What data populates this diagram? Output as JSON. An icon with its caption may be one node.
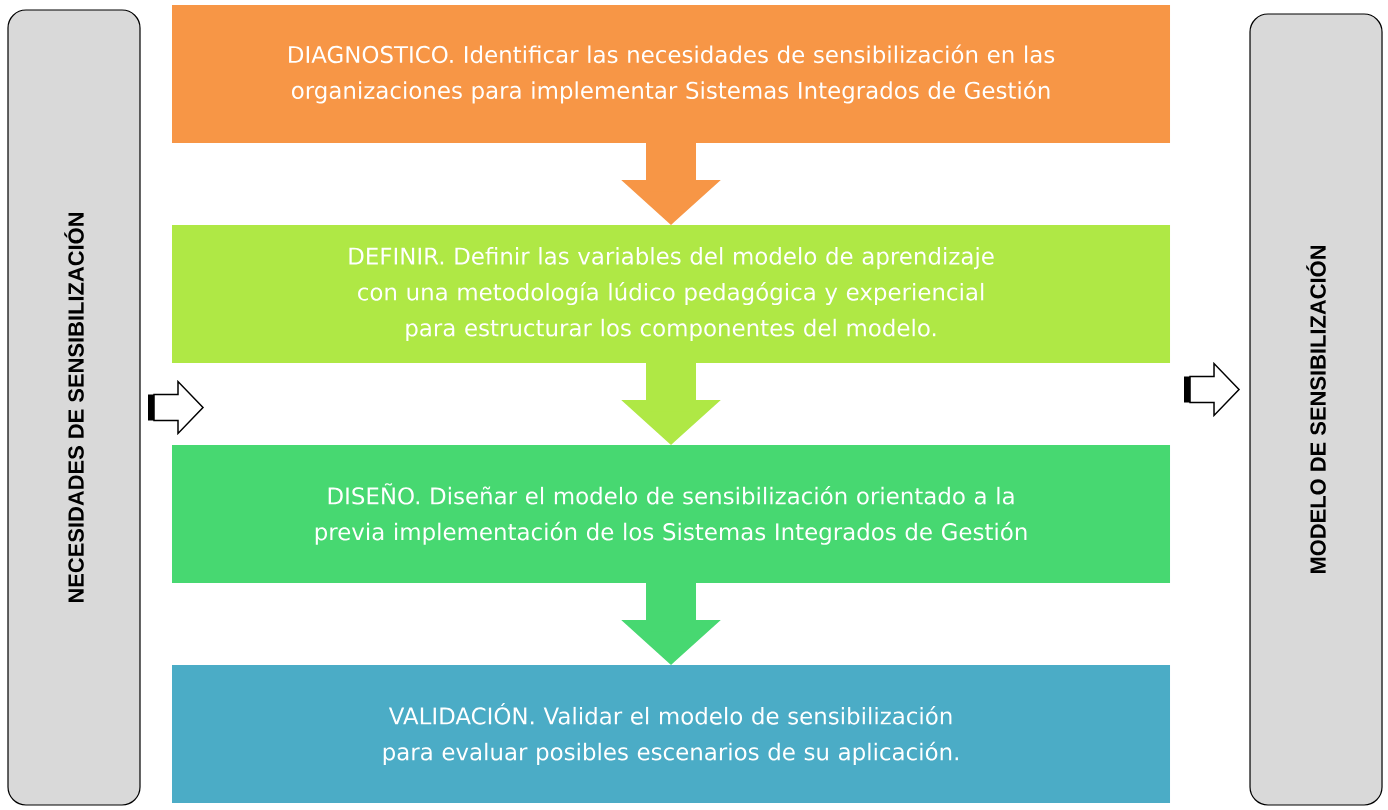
{
  "diagram": {
    "nodes": [
      {
        "text": [
          "NECESIDADES DE SENSIBILIZACIÓN"
        ]
      },
      {
        "text": [
          "DIAGNOSTICO. Identificar las necesidades de sensibilización en las organizaciones para implementar Sistemas Integrados de Gestión"
        ]
      },
      {
        "text": [
          "DEFINIR. Definir las variables del modelo de aprendizaje con una metodología lúdico pedagógica y experiencial para estructurar los componentes del modelo."
        ]
      },
      {
        "text": [
          "DISEÑO. Diseñar el modelo de sensibilización orientado a la previa implementación de los Sistemas Integrados de Gestión"
        ]
      },
      {
        "text": [
          "VALIDACIÓN. Validar el modelo de sensibilización para evaluar posibles escenarios de su aplicación."
        ]
      },
      {
        "text": [
          "MODELO DE SENSIBILIZACIÓN"
        ]
      }
    ],
    "edges": [
      {
        "from": 1,
        "to": 2,
        "arrow": "to",
        "color": "#f79646"
      },
      {
        "from": 2,
        "to": 3,
        "arrow": "to",
        "color": "#afe845"
      },
      {
        "from": 3,
        "to": 4,
        "arrow": "to",
        "color": "#47d871"
      },
      {
        "from": 0,
        "to": null,
        "arrow": "to"
      },
      {
        "from": null,
        "to": 5,
        "arrow": "to"
      }
    ]
  }
}
